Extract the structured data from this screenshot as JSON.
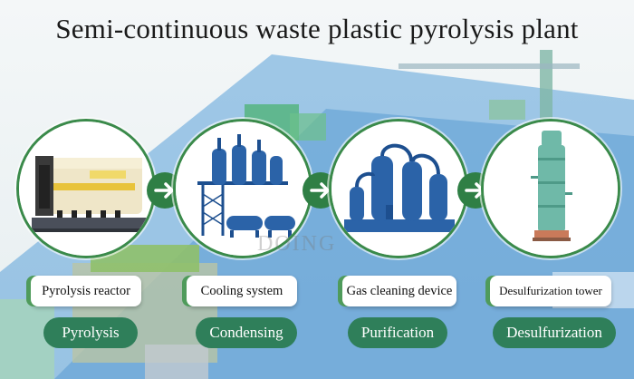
{
  "title": "Semi-continuous waste plastic pyrolysis plant",
  "watermark": "DOING",
  "steps": [
    {
      "device": "Pyrolysis reactor",
      "stage": "Pyrolysis",
      "icon": "pyrolysis-reactor-icon"
    },
    {
      "device": "Cooling system",
      "stage": "Condensing",
      "icon": "cooling-system-icon"
    },
    {
      "device": "Gas cleaning device",
      "stage": "Purification",
      "icon": "gas-cleaning-device-icon"
    },
    {
      "device": "Desulfurization tower",
      "stage": "Desulfurization",
      "icon": "desulfurization-tower-icon"
    }
  ],
  "colors": {
    "accent_green": "#2f7f5a",
    "circle_border": "#3a8a4a",
    "equipment_blue": "#2b63a8",
    "tower_green": "#6fb9a8"
  }
}
